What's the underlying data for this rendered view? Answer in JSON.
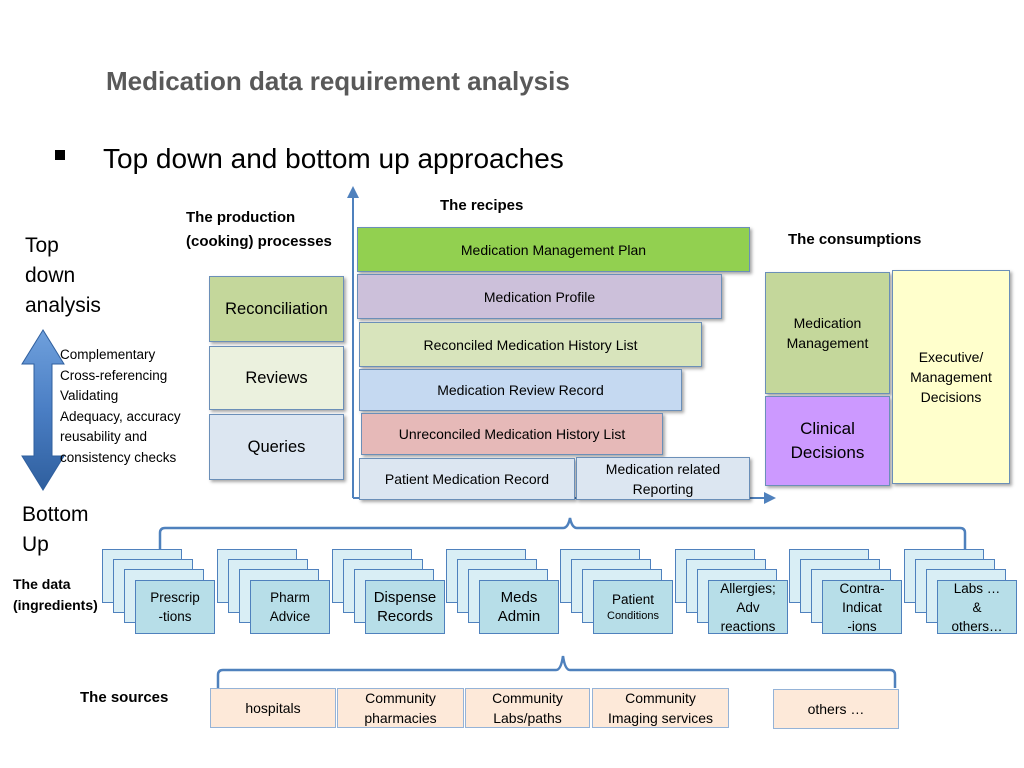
{
  "slide": {
    "title": "Medication data requirement analysis",
    "bullet": "Top down and bottom up approaches"
  },
  "labels": {
    "production": "The production (cooking) processes",
    "recipes": "The recipes",
    "consumptions": "The consumptions",
    "top_down": [
      "Top",
      "down",
      "analysis"
    ],
    "bottom_up": [
      "Bottom",
      "Up"
    ],
    "data": [
      "The data",
      "(ingredients)"
    ],
    "sources": "The sources"
  },
  "checks": [
    "Complementary",
    "Cross-referencing",
    "Validating",
    "Adequacy, accuracy",
    "reusability and",
    "consistency checks"
  ],
  "processes": [
    {
      "label": "Reconciliation",
      "color": "#c4d79b"
    },
    {
      "label": "Reviews",
      "color": "#ebf1de"
    },
    {
      "label": "Queries",
      "color": "#dce6f1"
    }
  ],
  "recipes": [
    {
      "label": "Medication Management Plan",
      "color": "#92d050"
    },
    {
      "label": "Medication Profile",
      "color": "#ccc0da"
    },
    {
      "label": "Reconciled Medication History List",
      "color": "#d8e4bc"
    },
    {
      "label": "Medication Review Record",
      "color": "#c5d9f1"
    },
    {
      "label": "Unreconciled Medication History List",
      "color": "#e6b9b8"
    },
    {
      "label": "Patient Medication Record",
      "color": "#dce6f1"
    }
  ],
  "reporting": {
    "lines": [
      "Medication related",
      "Reporting"
    ],
    "color": "#dce6f1"
  },
  "consumptions": {
    "management": {
      "lines": [
        "Medication",
        "Management"
      ],
      "color": "#c4d79b"
    },
    "clinical": {
      "lines": [
        "Clinical",
        "Decisions"
      ],
      "color": "#cc99ff"
    },
    "executive": {
      "lines": [
        "Executive/",
        "Management",
        "Decisions"
      ],
      "color": "#ffffcc"
    }
  },
  "ingredients": [
    {
      "lines": [
        "Prescrip",
        "-tions"
      ],
      "sub": ""
    },
    {
      "lines": [
        "Pharm",
        "Advice"
      ],
      "sub": ""
    },
    {
      "lines": [
        "Dispense",
        "Records"
      ],
      "sub": ""
    },
    {
      "lines": [
        "Meds",
        "Admin"
      ],
      "sub": ""
    },
    {
      "lines": [
        "Patient"
      ],
      "sub": "Conditions"
    },
    {
      "lines": [
        "Allergies;",
        "Adv",
        "reactions"
      ],
      "sub": ""
    },
    {
      "lines": [
        "Contra-",
        "Indicat",
        "-ions"
      ],
      "sub": ""
    },
    {
      "lines": [
        "Labs …",
        "&",
        "others…"
      ],
      "sub": ""
    }
  ],
  "sources": [
    {
      "lines": [
        "hospitals"
      ]
    },
    {
      "lines": [
        "Community",
        "pharmacies"
      ]
    },
    {
      "lines": [
        "Community",
        "Labs/paths"
      ]
    },
    {
      "lines": [
        "Community",
        "Imaging services"
      ]
    },
    {
      "lines": [
        "others …"
      ]
    }
  ]
}
